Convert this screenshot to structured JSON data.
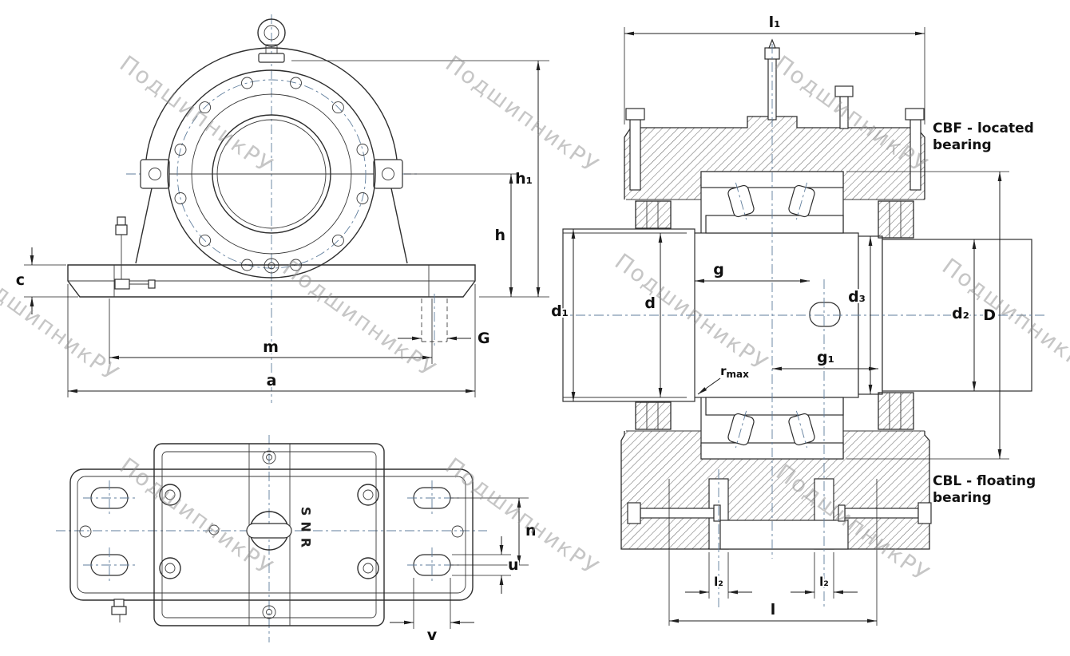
{
  "watermark": {
    "text": "ПодшипникРУ"
  },
  "front_view": {
    "dims": {
      "h1": "h₁",
      "h": "h",
      "c": "c",
      "G": "G",
      "m": "m",
      "a": "a"
    }
  },
  "top_view": {
    "brand": "SNR",
    "dims": {
      "n": "n",
      "u": "u",
      "v": "v"
    }
  },
  "section_view": {
    "dims": {
      "l1": "l₁",
      "d1": "d₁",
      "d": "d",
      "g": "g",
      "g1": "g₁",
      "d3": "d₃",
      "d2": "d₂",
      "D": "D",
      "r_base": "r",
      "r_sub": "max",
      "l2_left": "l₂",
      "l2_right": "l₂",
      "l": "l"
    },
    "annotations": {
      "cbf_line1": "CBF - located",
      "cbf_line2": "bearing",
      "cbl_line1": "CBL - floating",
      "cbl_line2": "bearing"
    }
  }
}
